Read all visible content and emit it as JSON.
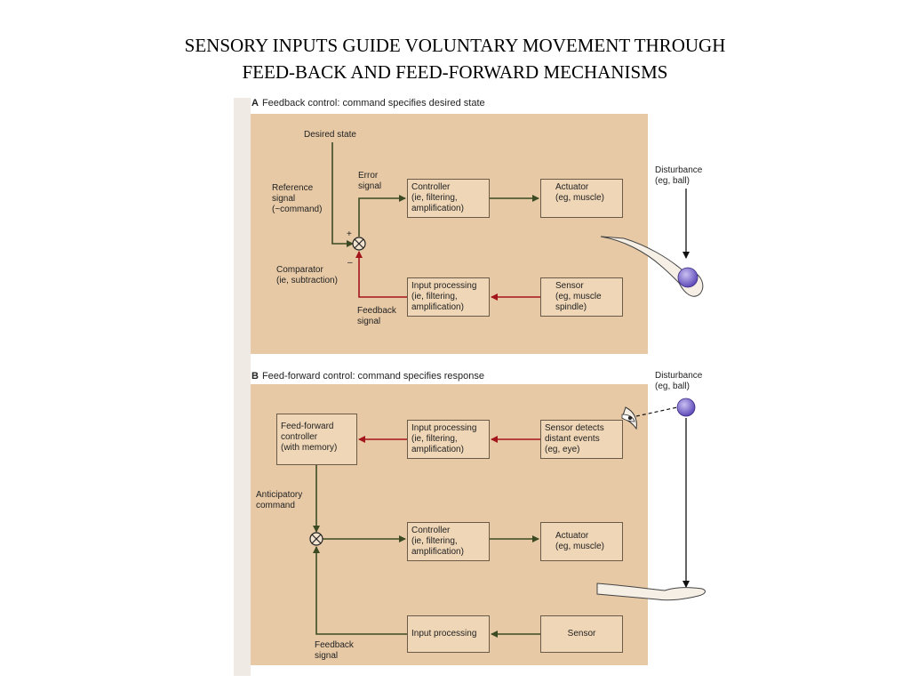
{
  "title": [
    "SENSORY INPUTS GUIDE VOLUNTARY MOVEMENT THROUGH",
    "FEED-BACK AND FEED-FORWARD MECHANISMS"
  ],
  "panel_a": {
    "letter": "A",
    "heading": "Feedback control: command specifies desired state",
    "desired_state": "Desired state",
    "reference_signal": [
      "Reference",
      "signal",
      "(~command)"
    ],
    "error_signal": [
      "Error",
      "signal"
    ],
    "plus": "+",
    "minus": "–",
    "comparator": [
      "Comparator",
      "(ie, subtraction)"
    ],
    "feedback_signal": [
      "Feedback",
      "signal"
    ],
    "controller": [
      "Controller",
      "(ie, filtering,",
      "amplification)"
    ],
    "actuator": [
      "Actuator",
      "(eg, muscle)"
    ],
    "input_processing": [
      "Input processing",
      "(ie, filtering,",
      "amplification)"
    ],
    "sensor": [
      "Sensor",
      "(eg, muscle",
      "spindle)"
    ],
    "disturbance": [
      "Disturbance",
      "(eg, ball)"
    ]
  },
  "panel_b": {
    "letter": "B",
    "heading": "Feed-forward control: command specifies response",
    "disturbance": [
      "Disturbance",
      "(eg, ball)"
    ],
    "ff_controller": [
      "Feed-forward",
      "controller",
      "(with memory)"
    ],
    "input_processing_top": [
      "Input processing",
      "(ie, filtering,",
      "amplification)"
    ],
    "sensor_detects": [
      "Sensor detects",
      "distant events",
      "(eg, eye)"
    ],
    "anticipatory_command": [
      "Anticipatory",
      "command"
    ],
    "controller": [
      "Controller",
      "(ie, filtering,",
      "amplification)"
    ],
    "actuator": [
      "Actuator",
      "(eg, muscle)"
    ],
    "input_processing_bottom": "Input processing",
    "sensor": "Sensor",
    "feedback_signal": [
      "Feedback",
      "signal"
    ]
  },
  "colors": {
    "panel": "#e7c9a6",
    "box": "#efd6b6",
    "feedback_arrow": "#a3141b",
    "command_arrow": "#3b4a22",
    "ball": "#7d6bd0"
  }
}
